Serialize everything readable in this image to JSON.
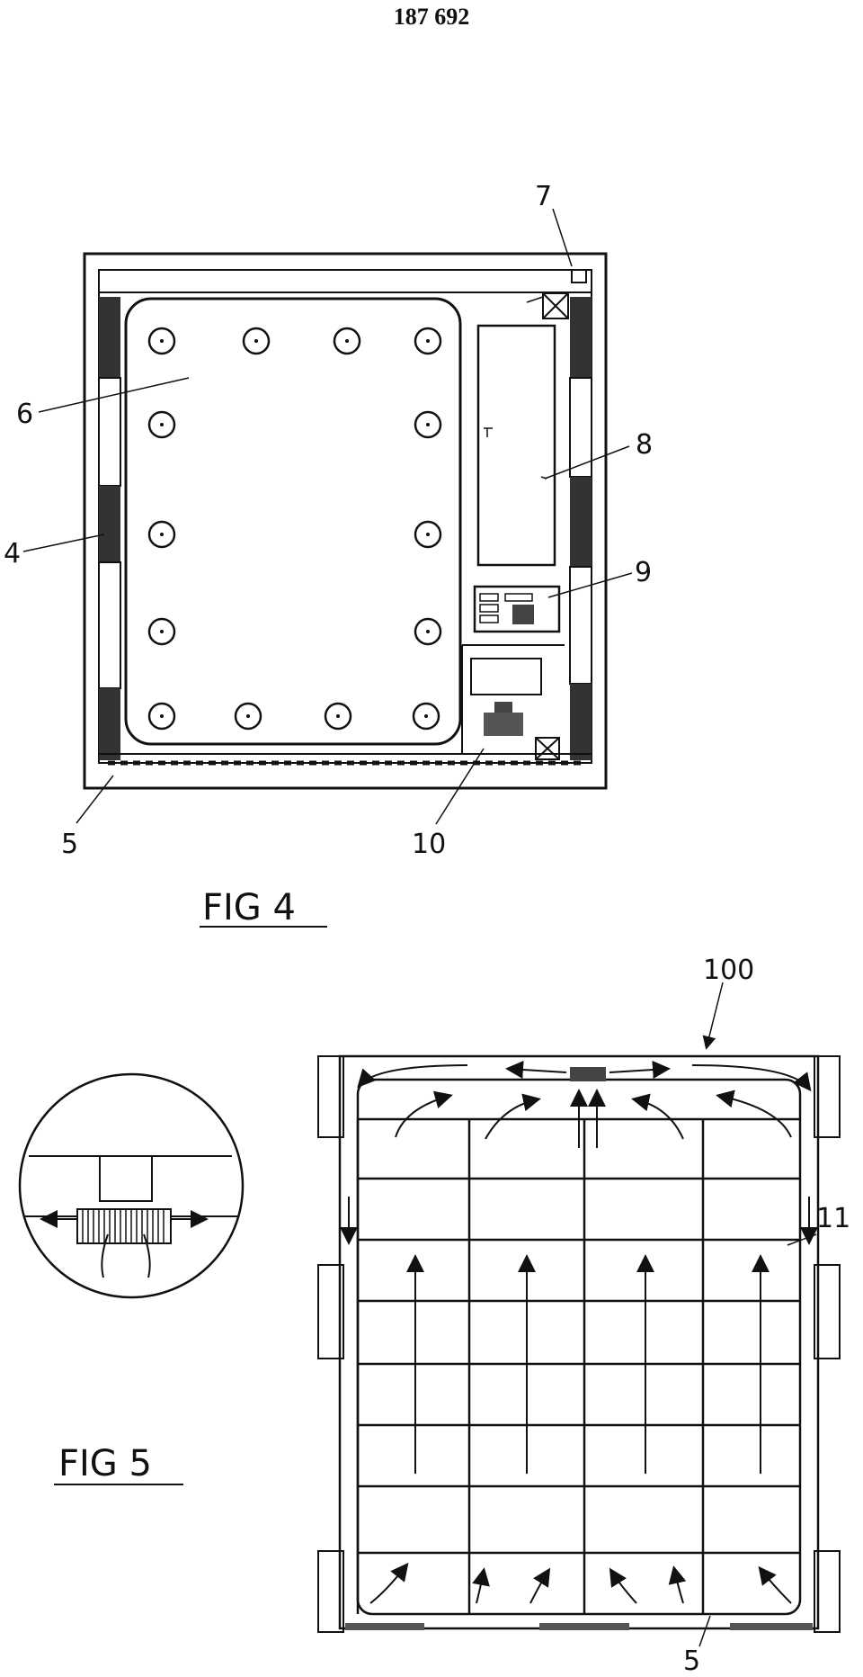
{
  "header": {
    "patent_number": "187 692"
  },
  "fig4": {
    "caption": "FIG 4",
    "labels": {
      "l7": "7",
      "l6": "6",
      "l8": "8",
      "l4": "4",
      "l9": "9",
      "l5": "5",
      "l10": "10"
    }
  },
  "fig5": {
    "caption": "FIG 5",
    "labels": {
      "l100": "100",
      "l11": "11",
      "l5": "5"
    }
  }
}
